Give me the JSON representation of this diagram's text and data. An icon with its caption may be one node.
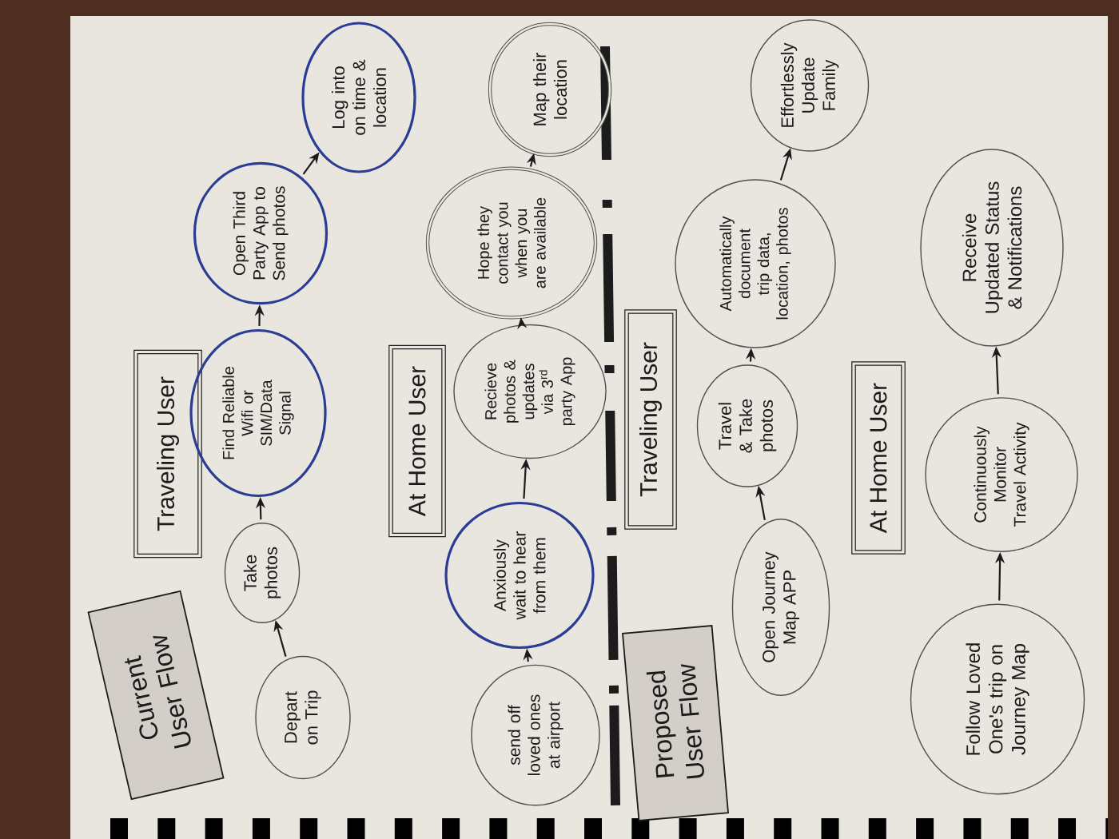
{
  "diagram": {
    "nodes": [
      {
        "text": [
          "Current User Flow"
        ]
      },
      {
        "text": [
          "Depart on Trip"
        ]
      },
      {
        "text": [
          "Take photos"
        ]
      },
      {
        "text": [
          "Traveling User"
        ]
      },
      {
        "text": [
          "Find Reliable Wifi or SIM/Data Signal"
        ]
      },
      {
        "text": [
          "Open Third Party App to Send photos"
        ]
      },
      {
        "text": [
          "Log into on time & location"
        ]
      },
      {
        "text": [
          "At Home User"
        ]
      },
      {
        "text": [
          "send off loved ones at airport"
        ]
      },
      {
        "text": [
          "Anxiously wait to hear from them"
        ]
      },
      {
        "text": [
          "Recieve photos & updates via 3$^{rd}$ party App"
        ]
      },
      {
        "text": [
          "Hope they contact you when you are available"
        ]
      },
      {
        "text": [
          "Map their location"
        ]
      },
      {
        "text": [
          "Proposed User Flow"
        ]
      },
      {
        "text": [
          "Open Journey Map APP"
        ]
      },
      {
        "text": [
          "Traveling User"
        ]
      },
      {
        "text": [
          "Travel & Take photos"
        ]
      },
      {
        "text": [
          "Automatically document trip data, location, photos"
        ]
      },
      {
        "text": [
          "Effortlessly Update Family"
        ]
      },
      {
        "text": [
          "At Home User"
        ]
      },
      {
        "text": [
          "Follow Loved One's trip on Journey Map"
        ]
      },
      {
        "text": [
          "Continuously Monitor Travel Activity"
        ]
      },
      {
        "text": [
          "Receive Updated Status & Notifications"
        ]
      }
    ],
    "edges": [
      {
        "from": 1,
        "to": 2,
        "arrow": "to"
      },
      {
        "from": 2,
        "to": 4,
        "arrow": "to"
      },
      {
        "from": 4,
        "to": 5,
        "arrow": "to"
      },
      {
        "from": 5,
        "to": 6,
        "arrow": "to"
      },
      {
        "from": 8,
        "to": 9,
        "arrow": "to"
      },
      {
        "from": 9,
        "to": 10,
        "arrow": "to"
      },
      {
        "from": 10,
        "to": 11,
        "arrow": "to"
      },
      {
        "from": 11,
        "to": 12,
        "arrow": "to"
      },
      {
        "from": 14,
        "to": 16,
        "arrow": "to"
      },
      {
        "from": 16,
        "to": 17,
        "arrow": "to"
      },
      {
        "from": 17,
        "to": 18,
        "arrow": "to"
      },
      {
        "from": 20,
        "to": 21,
        "arrow": "to"
      },
      {
        "from": 21,
        "to": 22,
        "arrow": "to"
      }
    ]
  }
}
